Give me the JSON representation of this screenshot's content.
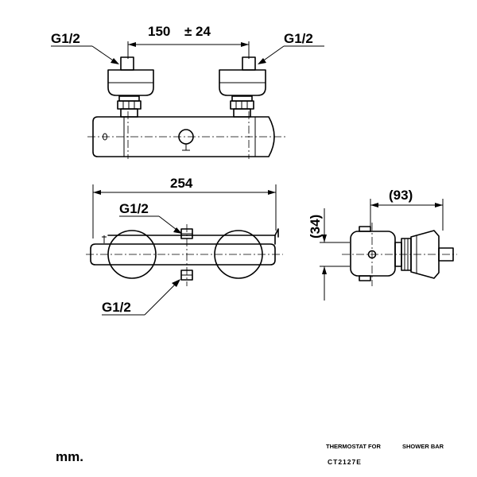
{
  "top_view": {
    "dim_spacing": "150",
    "dim_spacing_tol": "± 24",
    "inlet_left": "G1/2",
    "inlet_right": "G1/2"
  },
  "front_view": {
    "dim_length": "254",
    "outlet_top": "G1/2",
    "outlet_bottom": "G1/2"
  },
  "side_view": {
    "dim_depth": "(93)",
    "dim_height": "(34)"
  },
  "units": "mm.",
  "title_block": {
    "product_line1": "THERMOSTAT FOR",
    "product_line2": "SHOWER BAR",
    "model_code": "CT2127E"
  }
}
